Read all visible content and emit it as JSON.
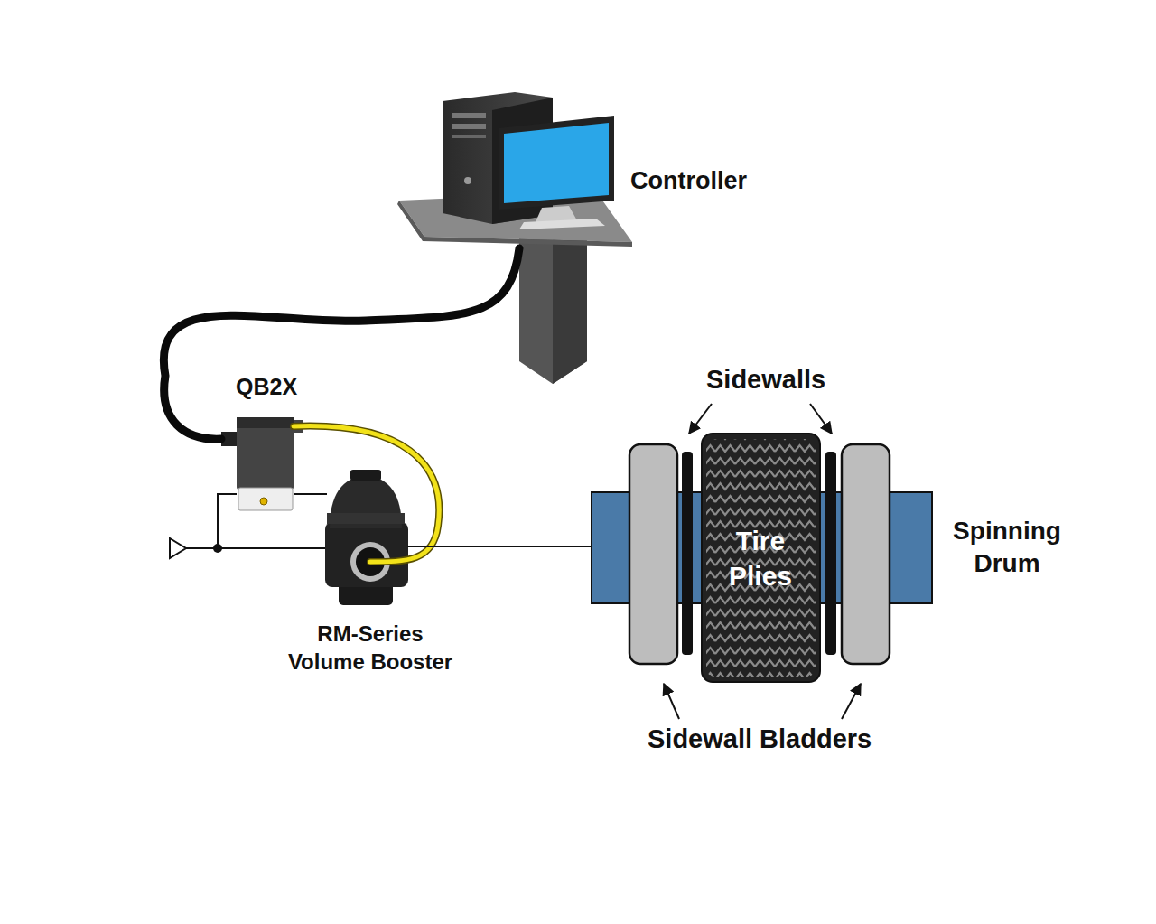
{
  "diagram": {
    "nodes": [
      {
        "text": [
          "Controller"
        ]
      },
      {
        "text": [
          "QB2X"
        ]
      },
      {
        "text": [
          "RM-Series Volume Booster"
        ]
      },
      {
        "text": [
          "Spinning Drum"
        ]
      },
      {
        "text": [
          "Tire Plies"
        ],
        "in": 3
      }
    ],
    "edges": [
      {
        "from": 0,
        "to": 1,
        "arrow": "none"
      },
      {
        "from": 1,
        "to": 2,
        "arrow": "none"
      },
      {
        "from": 2,
        "to": 3,
        "arrow": "none"
      }
    ],
    "labels": [
      "Sidewalls",
      "Sidewall Bladders"
    ]
  }
}
